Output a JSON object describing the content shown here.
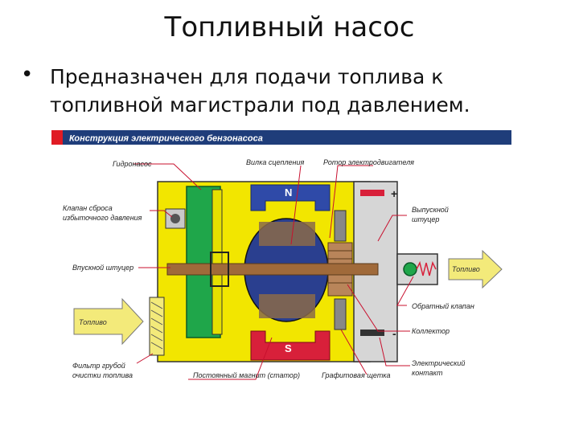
{
  "slide": {
    "title": "Топливный насос",
    "bullet": "Предназначен для подачи топлива к топливной магистрали под давлением."
  },
  "diagram": {
    "header": "Конструкция электрического бензонасоса",
    "labels": {
      "pump": "Гидронасос",
      "relief_valve": "Клапан сброса избыточного давления",
      "inlet": "Впускной штуцер",
      "filter": "Фильтр грубой очистки топлива",
      "magnet": "Постоянный магнит (статор)",
      "coupling": "Вилка сцепления",
      "rotor": "Ротор электродвигателя",
      "outlet": "Выпускной штуцер",
      "check_valve": "Обратный клапан",
      "collector": "Коллектор",
      "brush": "Графитовая щетка",
      "contact": "Электрический контакт"
    },
    "markers": {
      "fuel_in": "Топливо",
      "fuel_out": "Топливо",
      "north": "N",
      "south": "S",
      "plus": "+",
      "minus": "-"
    },
    "colors": {
      "header_band": "#1f3d7a",
      "header_accent": "#e01b24",
      "housing": "#f2e600",
      "pump_green": "#1fa64a",
      "magnet_blue": "#2f4aa8",
      "magnet_red": "#d8203a",
      "shaft": "#a06a3a",
      "leader": "#c8102e"
    }
  }
}
